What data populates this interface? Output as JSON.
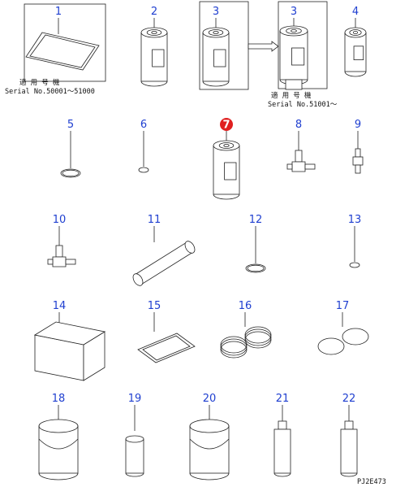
{
  "parts": [
    {
      "num": "1",
      "kind": "gasket-panel",
      "selected": false
    },
    {
      "num": "2",
      "kind": "filter-cartridge",
      "selected": false
    },
    {
      "num": "3",
      "kind": "filter-cartridge",
      "selected": false
    },
    {
      "num": "3",
      "kind": "filter-cartridge-new",
      "selected": false
    },
    {
      "num": "4",
      "kind": "filter-cartridge-small",
      "selected": false
    },
    {
      "num": "5",
      "kind": "o-ring",
      "selected": false
    },
    {
      "num": "6",
      "kind": "o-ring-small",
      "selected": false
    },
    {
      "num": "7",
      "kind": "filter-cartridge",
      "selected": true
    },
    {
      "num": "8",
      "kind": "elbow-fitting",
      "selected": false
    },
    {
      "num": "9",
      "kind": "straight-fitting",
      "selected": false
    },
    {
      "num": "10",
      "kind": "elbow-fitting",
      "selected": false
    },
    {
      "num": "11",
      "kind": "air-element",
      "selected": false
    },
    {
      "num": "12",
      "kind": "o-ring",
      "selected": false
    },
    {
      "num": "13",
      "kind": "o-ring-small",
      "selected": false
    },
    {
      "num": "14",
      "kind": "box",
      "selected": false
    },
    {
      "num": "15",
      "kind": "element-pad",
      "selected": false
    },
    {
      "num": "16",
      "kind": "belt-coil",
      "selected": false
    },
    {
      "num": "17",
      "kind": "belt-loop",
      "selected": false
    },
    {
      "num": "18",
      "kind": "pail",
      "selected": false
    },
    {
      "num": "19",
      "kind": "can",
      "selected": false
    },
    {
      "num": "20",
      "kind": "pail",
      "selected": false
    },
    {
      "num": "21",
      "kind": "spray-can",
      "selected": false
    },
    {
      "num": "22",
      "kind": "spray-can",
      "selected": false
    }
  ],
  "notes": {
    "note1_line1": "適 用 号 機",
    "note1_line2": "Serial No.50001～51000",
    "note2_line1": "適 用 号 機",
    "note2_line2": "Serial No.51001～"
  },
  "drawing_code": "PJ2E473",
  "colors": {
    "number": "#1f3fd0",
    "selected": "#e02020",
    "line": "#222222"
  }
}
